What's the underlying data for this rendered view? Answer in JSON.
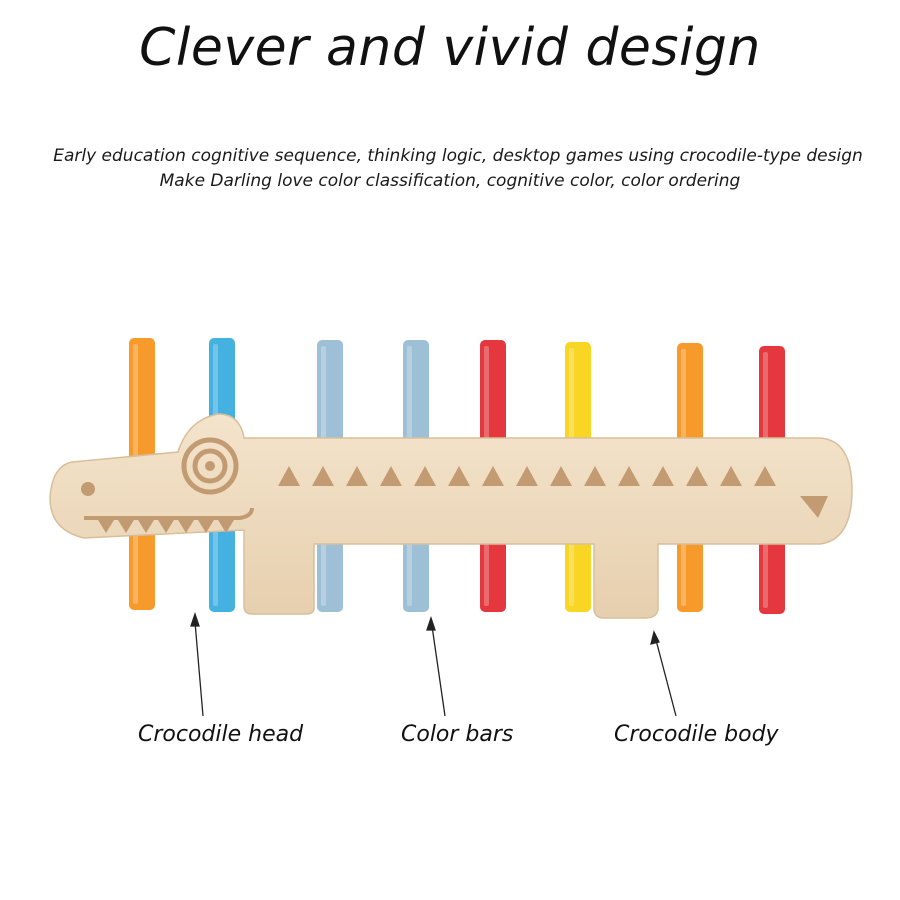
{
  "title": "Clever and vivid design",
  "subtitle_lines": [
    "Early education cognitive sequence, thinking logic, desktop games using crocodile-type design",
    "Make Darling love color classification, cognitive color, color ordering"
  ],
  "labels": {
    "head": "Crocodile head",
    "bars": "Color bars",
    "body": "Crocodile body"
  },
  "colors": {
    "wood": "#f0dcc0",
    "wood_shade": "#d9bf9c",
    "engraving": "#c29b72",
    "orange": "#f79a2c",
    "blue": "#45b1e0",
    "grey_blue": "#9ec0d6",
    "red": "#e5383e",
    "yellow": "#f8d623"
  },
  "bars": [
    {
      "color": "orange"
    },
    {
      "color": "blue"
    },
    {
      "color": "grey_blue"
    },
    {
      "color": "grey_blue"
    },
    {
      "color": "red"
    },
    {
      "color": "yellow"
    },
    {
      "color": "orange"
    },
    {
      "color": "red"
    }
  ]
}
